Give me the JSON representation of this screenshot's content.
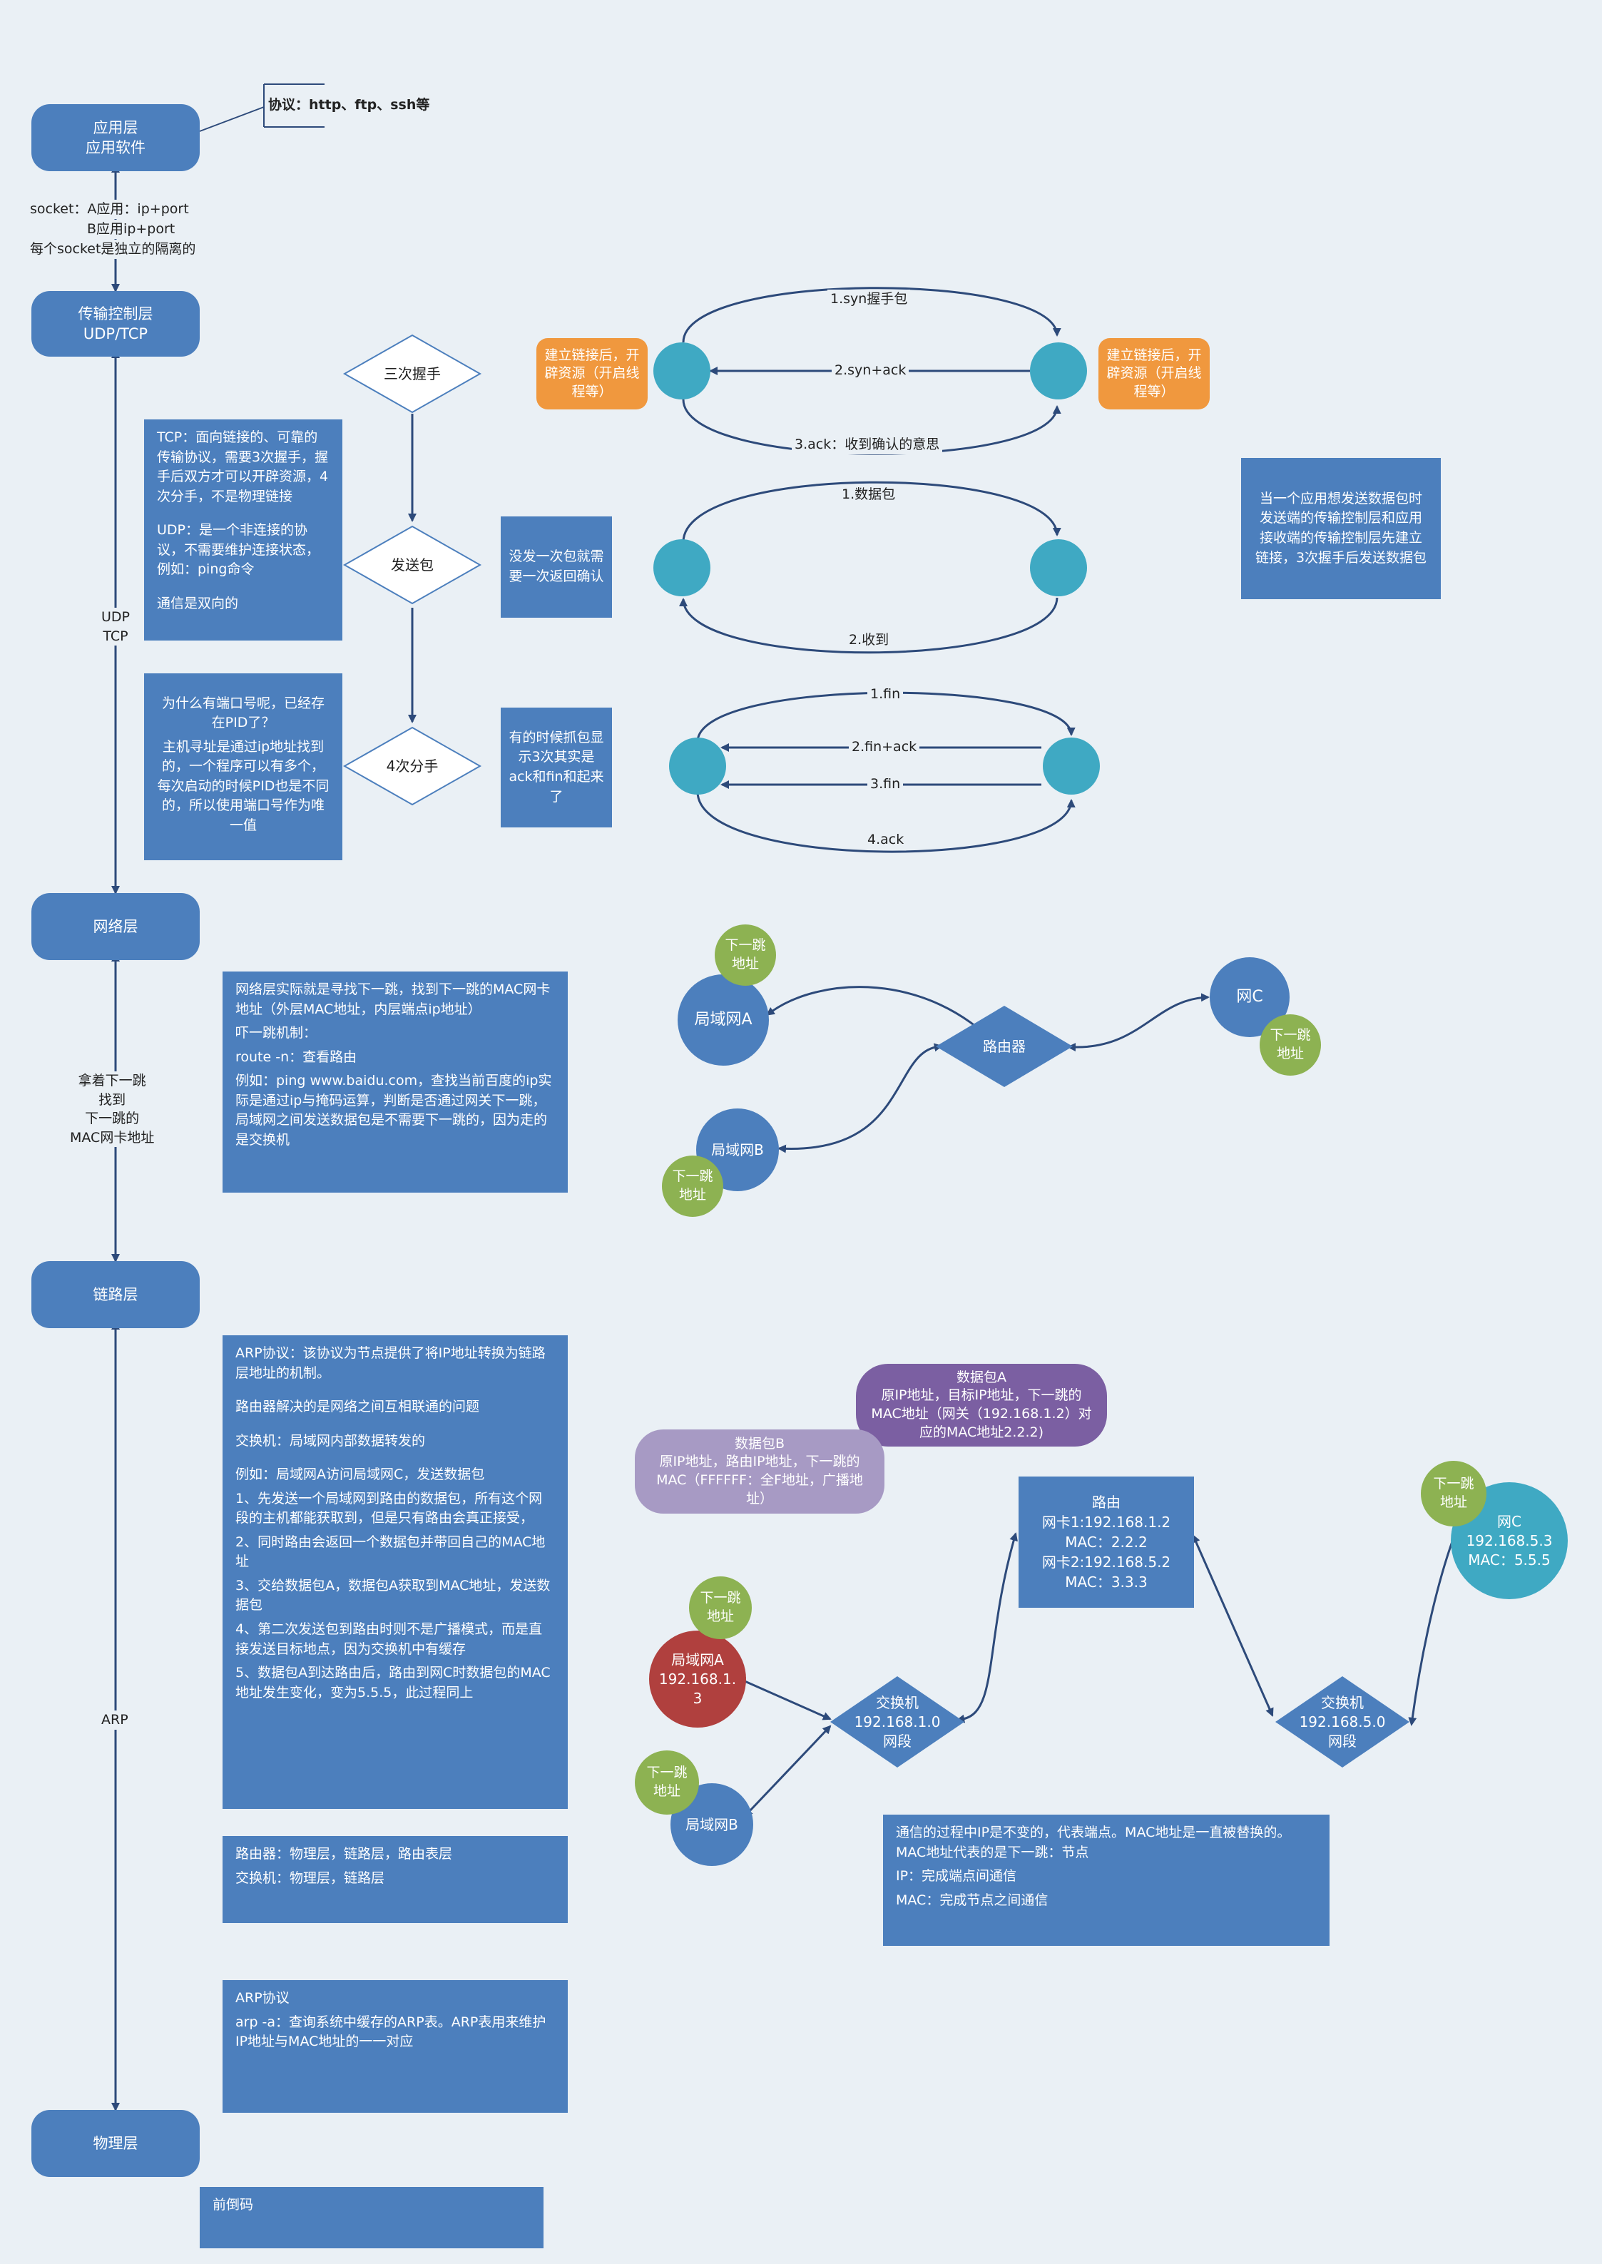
{
  "layers": {
    "app": [
      "应用层",
      "应用软件"
    ],
    "transport": [
      "传输控制层",
      "UDP/TCP"
    ],
    "network": "网络层",
    "link": "链路层",
    "physical": "物理层"
  },
  "protocol_note": "协议：http、ftp、ssh等",
  "socket_lines": [
    "socket：A应用：ip+port",
    "B应用ip+port",
    "每个socket是独立的隔离的"
  ],
  "side_labels": {
    "udp_tcp": [
      "UDP",
      "TCP"
    ],
    "next_hop": [
      "拿着下一跳",
      "找到",
      "下一跳的",
      "MAC网卡地址"
    ],
    "arp": "ARP"
  },
  "tcp_box": [
    "TCP：面向链接的、可靠的传输协议，需要3次握手，握手后双方才可以开辟资源，4次分手，不是物理链接",
    "UDP：是一个非连接的协议，不需要维护连接状态，例如：ping命令",
    "通信是双向的"
  ],
  "port_box": [
    "为什么有端口号呢，已经存在PID了？",
    "主机寻址是通过ip地址找到的，一个程序可以有多个，每次启动的时候PID也是不同的，所以使用端口号作为唯一值"
  ],
  "flow": {
    "handshake": "三次握手",
    "send": "发送包",
    "wave": "4次分手"
  },
  "send_note": "没发一次包就需要一次返回确认",
  "wave_note": "有的时候抓包显示3次其实是ack和fin和起来了",
  "resource": "建立链接后，开辟资源（开启线程等）",
  "handshake_edges": [
    "1.syn握手包",
    "2.syn+ack",
    "3.ack：收到确认的意思"
  ],
  "send_edges": [
    "1.数据包",
    "2.收到"
  ],
  "wave_edges": [
    "1.fin",
    "2.fin+ack",
    "3.fin",
    "4.ack"
  ],
  "app_send_note": "当一个应用想发送数据包时发送端的传输控制层和应用接收端的传输控制层先建立链接，3次握手后发送数据包",
  "network_box": [
    "网络层实际就是寻找下一跳，找到下一跳的MAC网卡地址（外层MAC地址，内层端点ip地址）",
    "吓一跳机制：",
    "route -n：查看路由",
    "例如：ping www.baidu.com，查找当前百度的ip实际是通过ip与掩码运算，判断是否通过网关下一跳，局域网之间发送数据包是不需要下一跳的，因为走的是交换机"
  ],
  "net_diagram": {
    "lanA": "局域网A",
    "lanB": "局域网B",
    "netC": "网C",
    "router": "路由器",
    "next_hop": [
      "下一跳",
      "地址"
    ]
  },
  "arp_box": [
    "ARP协议：该协议为节点提供了将IP地址转换为链路层地址的机制。",
    "路由器解决的是网络之间互相联通的问题",
    "交换机：局域网内部数据转发的",
    "例如：局域网A访问局域网C，发送数据包",
    "1、先发送一个局域网到路由的数据包，所有这个网段的主机都能获取到，但是只有路由会真正接受，",
    "2、同时路由会返回一个数据包并带回自己的MAC地址",
    "3、交给数据包A，数据包A获取到MAC地址，发送数据包",
    "4、第二次发送包到路由时则不是广播模式，而是直接发送目标地点，因为交换机中有缓存",
    "5、数据包A到达路由后，路由到网C时数据包的MAC地址发生变化，变为5.5.5，此过程同上"
  ],
  "device_box": [
    "路由器：物理层，链路层，路由表层",
    "交换机：物理层，链路层"
  ],
  "arp_cmd_box": [
    "ARP协议",
    "arp -a：查询系统中缓存的ARP表。ARP表用来维护IP地址与MAC地址的一一对应"
  ],
  "preamble": "前倒码",
  "arp_diagram": {
    "packetA": [
      "数据包A",
      "原IP地址，目标IP地址，下一跳的MAC地址（网关（192.168.1.2）对应的MAC地址2.2.2)"
    ],
    "packetB": [
      "数据包B",
      "原IP地址，路由IP地址，下一跳的MAC（FFFFFF：全F地址，广播地址）"
    ],
    "router": [
      "路由",
      "网卡1:192.168.1.2",
      "MAC：2.2.2",
      "网卡2:192.168.5.2",
      "MAC：3.3.3"
    ],
    "switch1": [
      "交换机",
      "192.168.1.0",
      "网段"
    ],
    "switch2": [
      "交换机",
      "192.168.5.0",
      "网段"
    ],
    "lanA": [
      "局域网A",
      "192.168.1.",
      "3"
    ],
    "lanB": "局域网B",
    "netC": [
      "网C",
      "192.168.5.3",
      "MAC：5.5.5"
    ],
    "next_hop": [
      "下一跳",
      "地址"
    ]
  },
  "comm_box": [
    "通信的过程中IP是不变的，代表端点。MAC地址是一直被替换的。MAC地址代表的是下一跳：节点",
    "IP：完成端点间通信",
    "MAC：完成节点之间通信"
  ],
  "colors": {
    "blue": "#4c7fbd",
    "teal": "#3fa9c3",
    "green": "#8db252",
    "orange": "#f0983e",
    "purple": "#7b5fa2",
    "lavender": "#a79ac4",
    "red": "#b0403e",
    "background": "#eaf0f5"
  }
}
